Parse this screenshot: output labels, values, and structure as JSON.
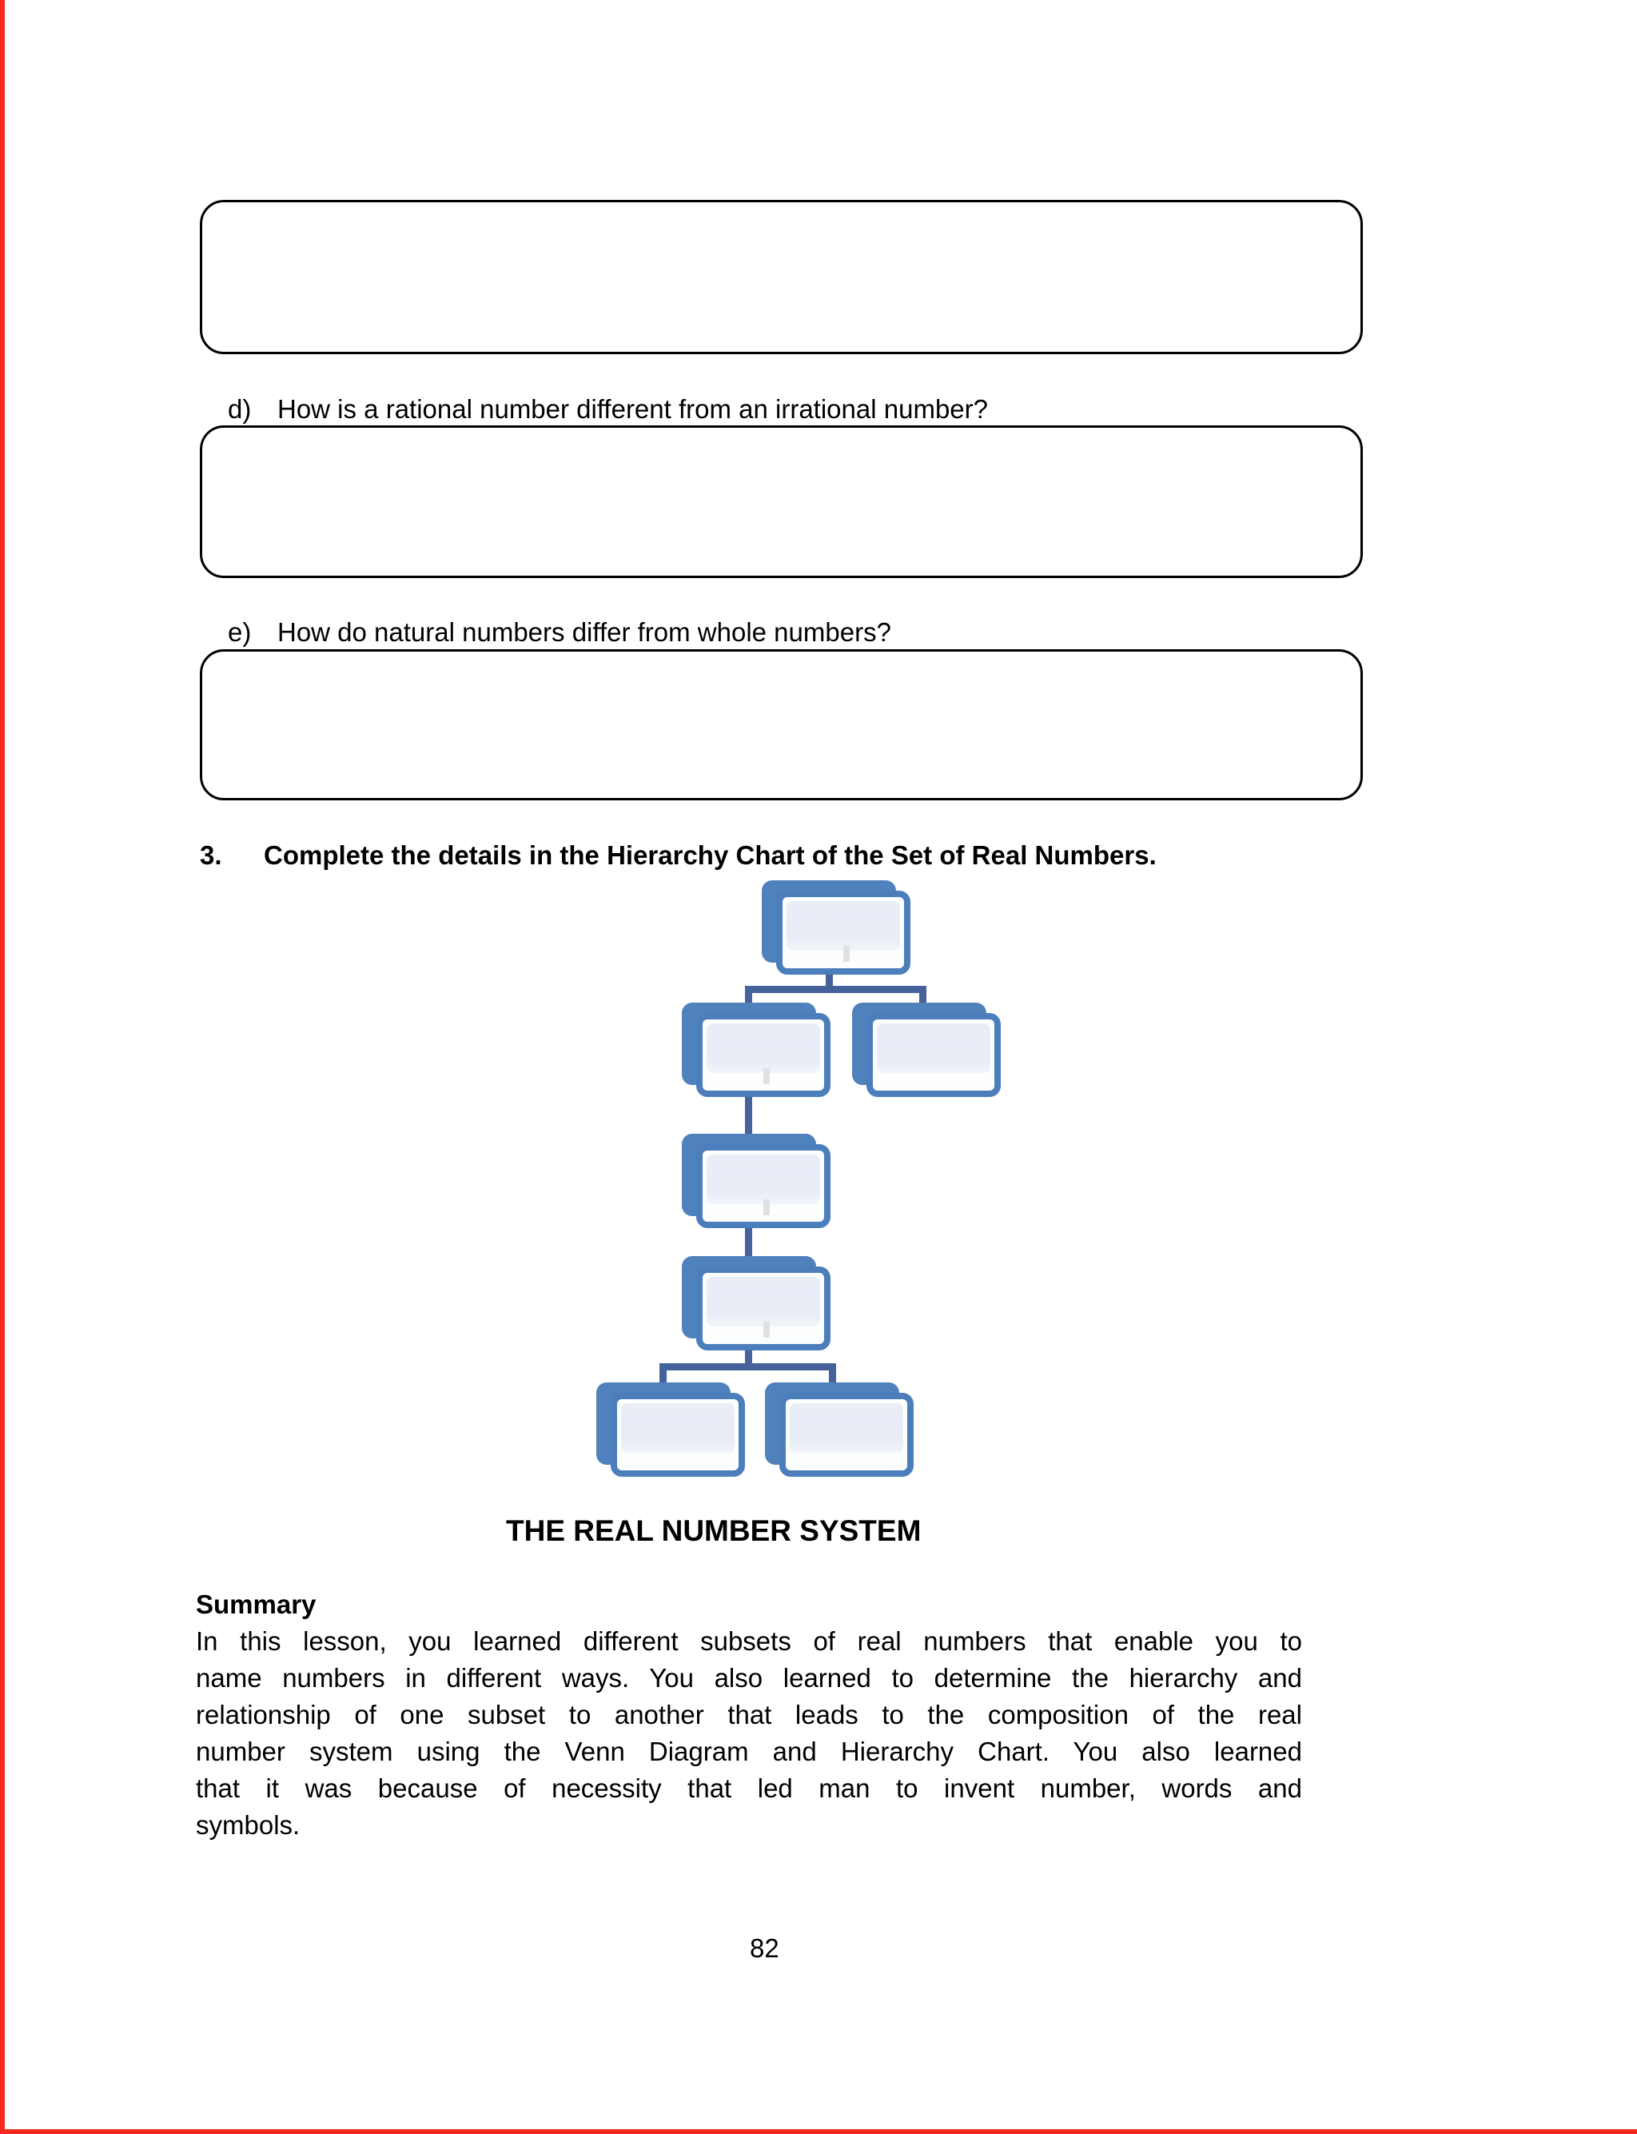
{
  "page": {
    "background": "#ffffff",
    "edge_line_color": "#f42a20",
    "page_number": "82"
  },
  "questions": {
    "d": {
      "label": "d)",
      "text": "How is a rational number different from an irrational number?"
    },
    "e": {
      "label": "e)",
      "text": "How do natural numbers differ from whole numbers?"
    }
  },
  "item3": {
    "label": "3.",
    "text": "Complete the details in the Hierarchy Chart of the Set of Real Numbers."
  },
  "hierarchy_chart": {
    "title": "THE REAL NUMBER SYSTEM",
    "node_color": "#4f81bd",
    "node_fill": "#e9edf6",
    "connector_color": "#45639a",
    "nodes": [
      {
        "id": "root",
        "level": 1,
        "text": ""
      },
      {
        "id": "child-left",
        "level": 2,
        "text": ""
      },
      {
        "id": "child-right",
        "level": 2,
        "text": ""
      },
      {
        "id": "grandchild",
        "level": 3,
        "text": ""
      },
      {
        "id": "great-grandchild",
        "level": 4,
        "text": ""
      },
      {
        "id": "leaf-left",
        "level": 5,
        "text": ""
      },
      {
        "id": "leaf-right",
        "level": 5,
        "text": ""
      }
    ]
  },
  "summary": {
    "heading": "Summary",
    "lines": [
      "In this lesson, you learned different subsets of real numbers that enable you to",
      "name numbers in different ways. You also learned to determine the hierarchy and",
      "relationship of one subset to another that leads to the composition of the real",
      "number system using the Venn Diagram and Hierarchy Chart. You also learned",
      "that it was because of necessity that led man to invent number, words and",
      "symbols."
    ]
  }
}
